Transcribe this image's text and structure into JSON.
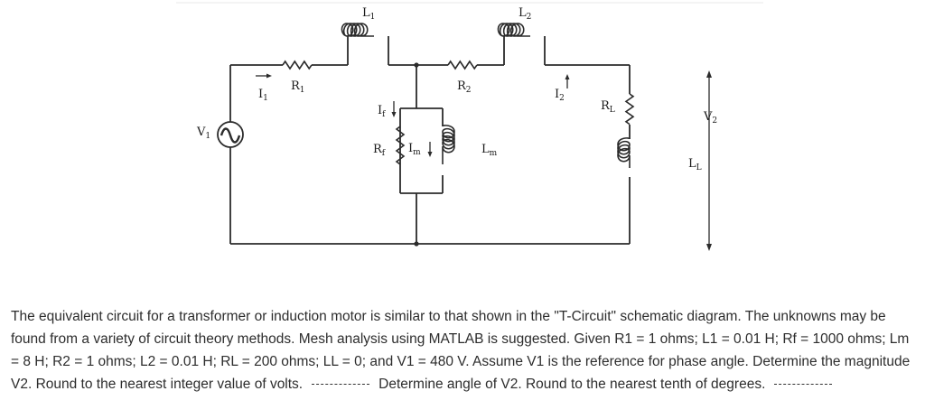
{
  "circuit": {
    "labels": {
      "L1": {
        "main": "L",
        "sub": "1"
      },
      "L2": {
        "main": "L",
        "sub": "2"
      },
      "R1": {
        "main": "R",
        "sub": "1"
      },
      "R2": {
        "main": "R",
        "sub": "2"
      },
      "I1": {
        "main": "I",
        "sub": "1"
      },
      "I2": {
        "main": "I",
        "sub": "2"
      },
      "If": {
        "main": "I",
        "sub": "f"
      },
      "Rf": {
        "main": "R",
        "sub": "f"
      },
      "Im": {
        "main": "I",
        "sub": "m"
      },
      "Lm": {
        "main": "L",
        "sub": "m"
      },
      "RL": {
        "main": "R",
        "sub": "L"
      },
      "LL": {
        "main": "L",
        "sub": "L"
      },
      "V1": {
        "main": "V",
        "sub": "1"
      },
      "V2": {
        "main": "V",
        "sub": "2"
      }
    }
  },
  "problem": {
    "text1": "The equivalent circuit for a transformer or induction motor is similar to that shown in the \"T-Circuit\" schematic diagram. The unknowns may be found from a variety of circuit theory methods. Mesh analysis using MATLAB is suggested. Given R1 = 1 ohms; L1 = 0.01 H; Rf = 1000 ohms; Lm = 8 H; R2 = 1 ohms; L2 = 0.01 H; RL = 200 ohms; LL = 0; and V1 = 480 V. Assume V1 is the reference for phase angle. Determine the magnitude V2. Round to the nearest integer value of volts.",
    "text2": "Determine  angle of V2. Round to the nearest tenth of degrees."
  }
}
